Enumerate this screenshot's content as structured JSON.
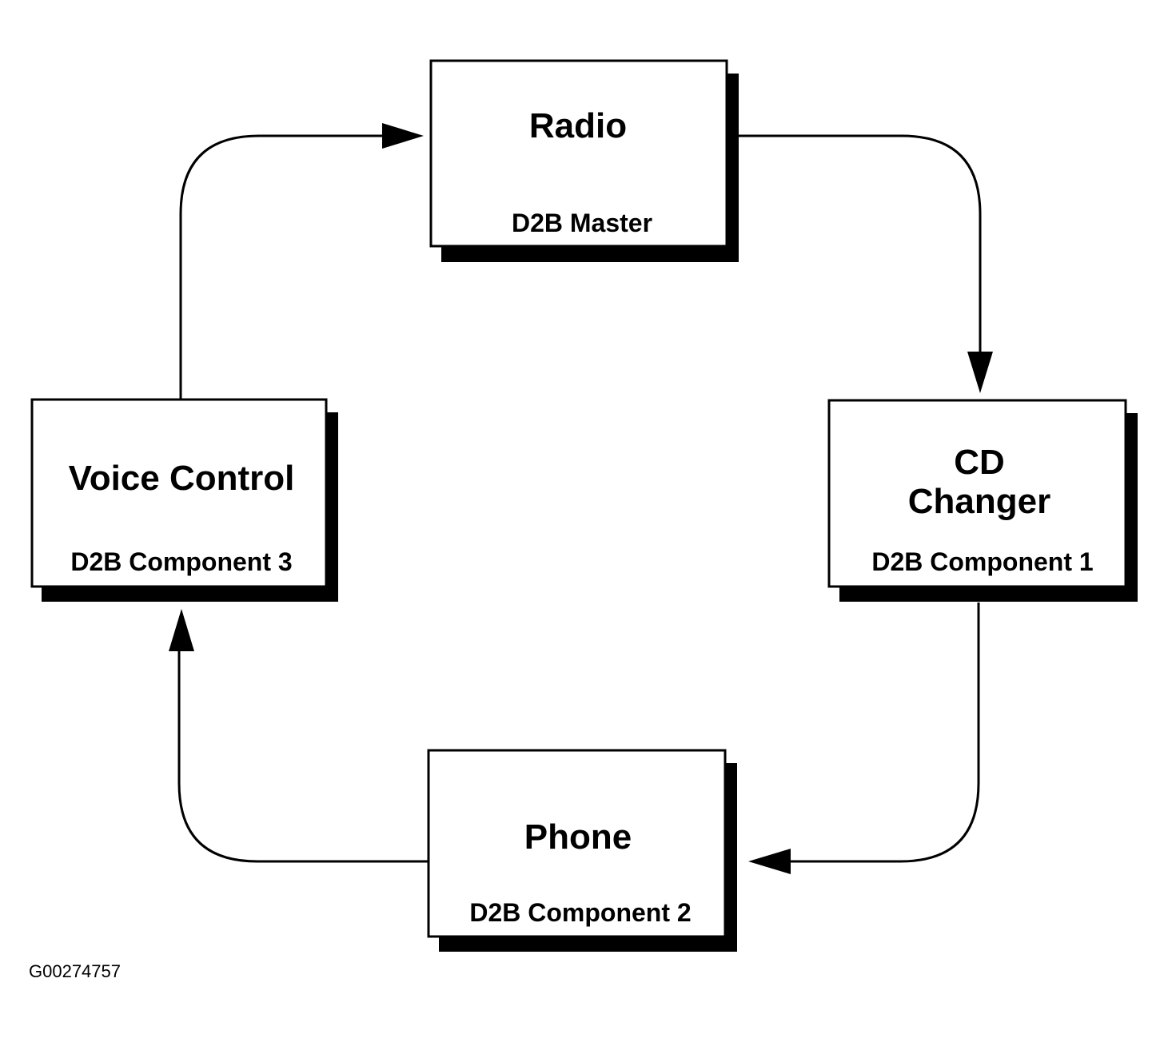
{
  "nodes": {
    "radio": {
      "title": "Radio",
      "subtitle": "D2B Master"
    },
    "cd_changer": {
      "title_line1": "CD",
      "title_line2": "Changer",
      "subtitle": "D2B Component 1"
    },
    "phone": {
      "title": "Phone",
      "subtitle": "D2B Component 2"
    },
    "voice_control": {
      "title": "Voice Control",
      "subtitle": "D2B Component 3"
    }
  },
  "figure_id": "G00274757",
  "colors": {
    "line": "#000000",
    "box_fill": "#ffffff",
    "shadow": "#000000"
  }
}
